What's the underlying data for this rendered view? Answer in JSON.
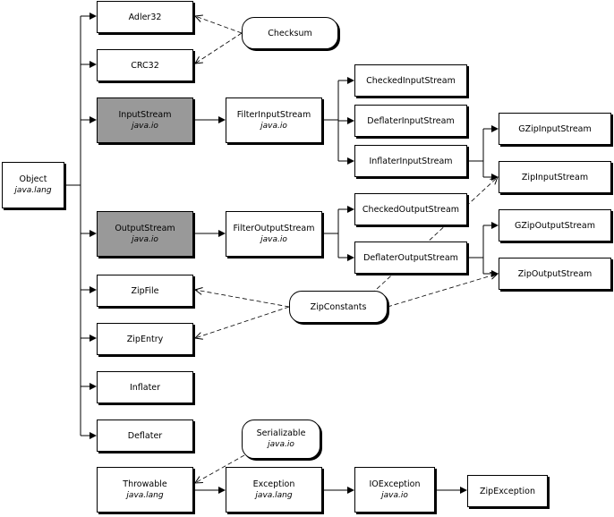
{
  "nodes": {
    "object": {
      "name": "Object",
      "pkg": "java.lang"
    },
    "adler": {
      "name": "Adler32"
    },
    "crc": {
      "name": "CRC32"
    },
    "is": {
      "name": "InputStream",
      "pkg": "java.io"
    },
    "os": {
      "name": "OutputStream",
      "pkg": "java.io"
    },
    "zipfile": {
      "name": "ZipFile"
    },
    "zipentry": {
      "name": "ZipEntry"
    },
    "inflater": {
      "name": "Inflater"
    },
    "deflater": {
      "name": "Deflater"
    },
    "throw": {
      "name": "Throwable",
      "pkg": "java.lang"
    },
    "checksum": {
      "name": "Checksum"
    },
    "fis": {
      "name": "FilterInputStream",
      "pkg": "java.io"
    },
    "fos": {
      "name": "FilterOutputStream",
      "pkg": "java.io"
    },
    "zipconst": {
      "name": "ZipConstants"
    },
    "serial": {
      "name": "Serializable",
      "pkg": "java.io"
    },
    "exc": {
      "name": "Exception",
      "pkg": "java.lang"
    },
    "cis": {
      "name": "CheckedInputStream"
    },
    "dis": {
      "name": "DeflaterInputStream"
    },
    "iis": {
      "name": "InflaterInputStream"
    },
    "cos": {
      "name": "CheckedOutputStream"
    },
    "dos": {
      "name": "DeflaterOutputStream"
    },
    "ioe": {
      "name": "IOException",
      "pkg": "java.io"
    },
    "gzis": {
      "name": "GZipInputStream"
    },
    "zis": {
      "name": "ZipInputStream"
    },
    "gzos": {
      "name": "GZipOutputStream"
    },
    "zos": {
      "name": "ZipOutputStream"
    },
    "zipexc": {
      "name": "ZipException"
    }
  },
  "colors": {
    "abstract_fill": "#999999",
    "line": "#000000"
  }
}
